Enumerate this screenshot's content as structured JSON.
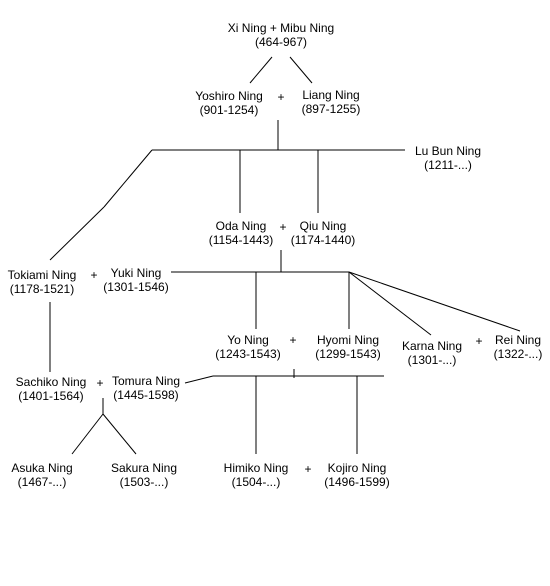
{
  "people": {
    "xi_mibu": {
      "name": "Xi Ning + Mibu Ning",
      "dates": "(464-967)"
    },
    "yoshiro": {
      "name": "Yoshiro Ning",
      "dates": "(901-1254)"
    },
    "liang": {
      "name": "Liang Ning",
      "dates": "(897-1255)"
    },
    "lu_bun": {
      "name": "Lu Bun Ning",
      "dates": "(1211-...)"
    },
    "oda": {
      "name": "Oda Ning",
      "dates": "(1154-1443)"
    },
    "qiu": {
      "name": "Qiu Ning",
      "dates": "(1174-1440)"
    },
    "tokiami": {
      "name": "Tokiami Ning",
      "dates": "(1178-1521)"
    },
    "yuki": {
      "name": "Yuki Ning",
      "dates": "(1301-1546)"
    },
    "yo": {
      "name": "Yo Ning",
      "dates": "(1243-1543)"
    },
    "hyomi": {
      "name": "Hyomi Ning",
      "dates": "(1299-1543)"
    },
    "karna": {
      "name": "Karna Ning",
      "dates": "(1301-...)"
    },
    "rei": {
      "name": "Rei Ning",
      "dates": "(1322-...)"
    },
    "sachiko": {
      "name": "Sachiko Ning",
      "dates": "(1401-1564)"
    },
    "tomura": {
      "name": "Tomura Ning",
      "dates": "(1445-1598)"
    },
    "asuka": {
      "name": "Asuka Ning",
      "dates": "(1467-...)"
    },
    "sakura": {
      "name": "Sakura Ning",
      "dates": "(1503-...)"
    },
    "himiko": {
      "name": "Himiko Ning",
      "dates": "(1504-...)"
    },
    "kojiro": {
      "name": "Kojiro Ning",
      "dates": "(1496-1599)"
    }
  },
  "union_symbol": "+"
}
